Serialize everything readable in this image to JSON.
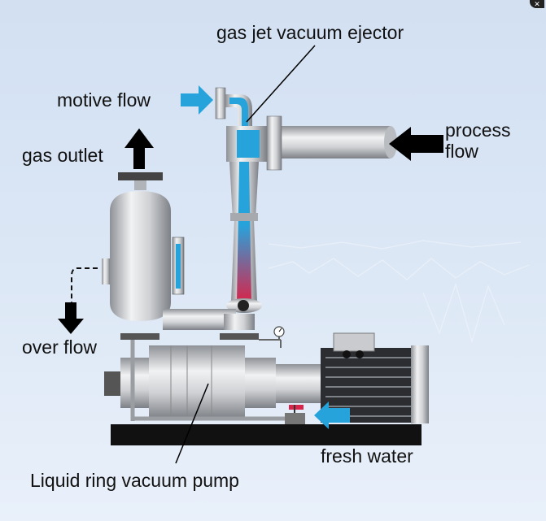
{
  "labels": {
    "gas_jet_vacuum_ejector": "gas jet vacuum ejector",
    "motive_flow": "motive flow",
    "process_flow": "process\nflow",
    "gas_outlet": "gas outlet",
    "over_flow": "over flow",
    "fresh_water": "fresh water",
    "liquid_ring_vacuum_pump": "Liquid ring vacuum pump"
  },
  "colors": {
    "background": "#d6e3f3",
    "steel_light": "#e4e6e8",
    "steel_dark": "#8a8d92",
    "flow_blue": "#27a3dc",
    "flow_red": "#d8244a",
    "base": "#111111",
    "arrow_black": "#000000"
  },
  "icons": {
    "close": "close-icon",
    "arrow_blue": "arrow-right-blue-icon",
    "arrow_black": "arrow-black-icon"
  }
}
